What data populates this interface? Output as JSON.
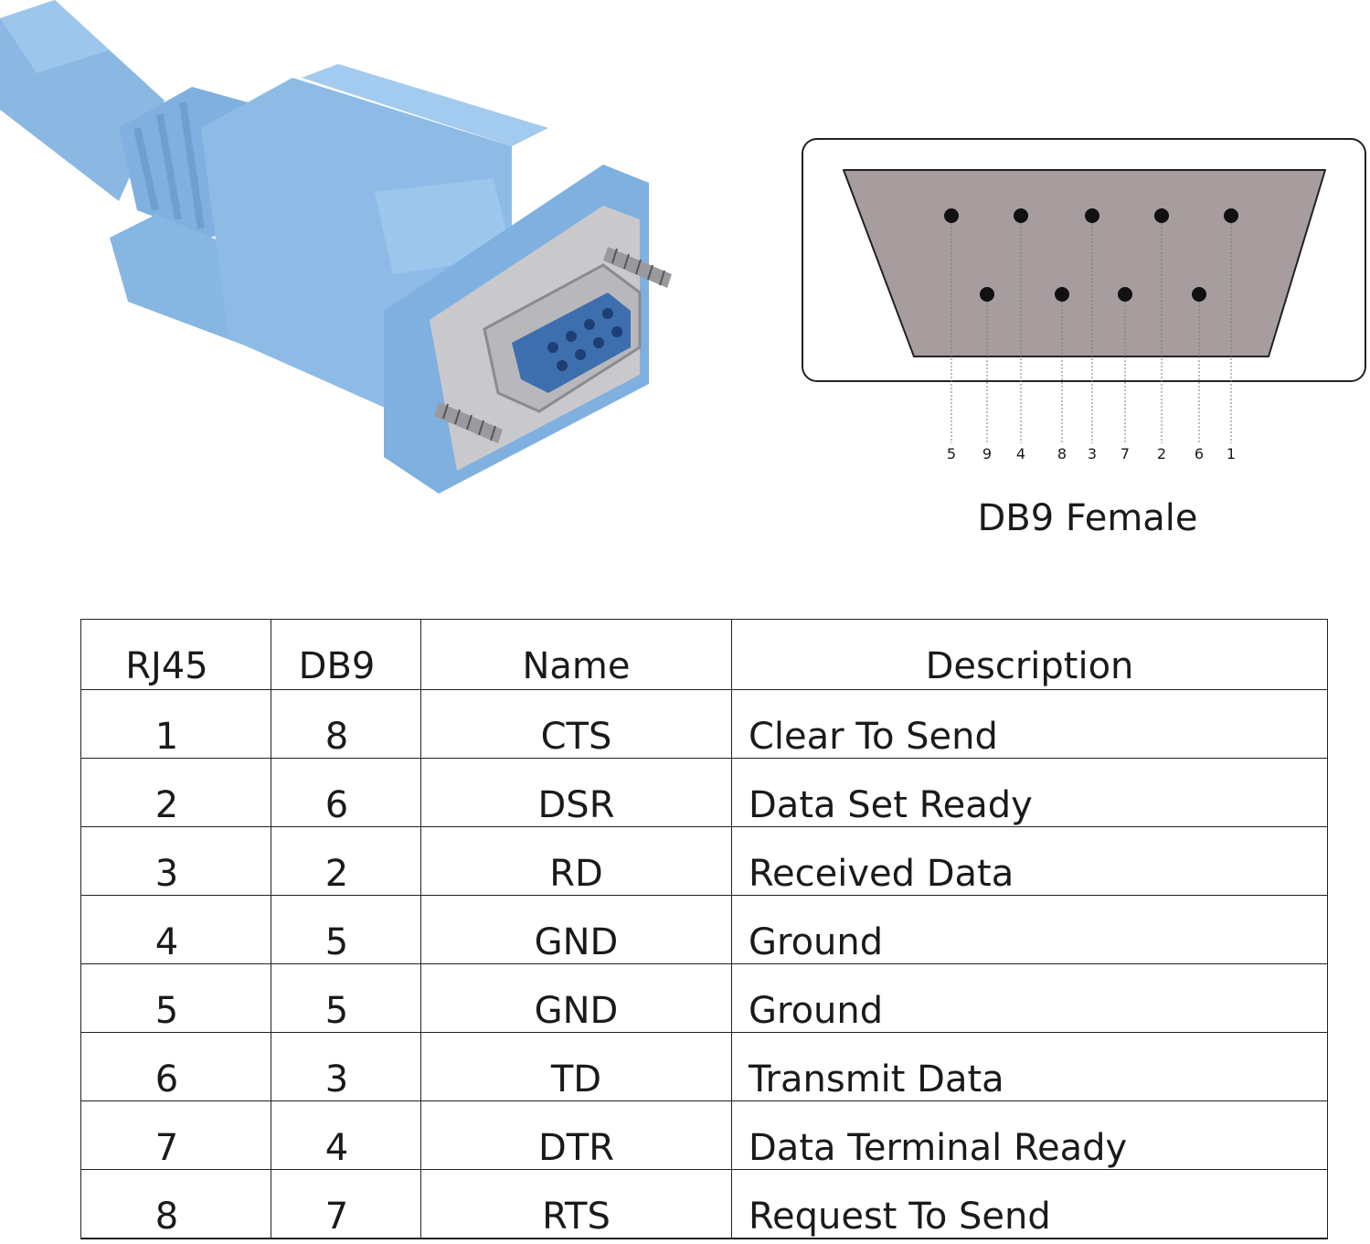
{
  "diagram": {
    "caption": "DB9 Female",
    "pin_labels": [
      "5",
      "9",
      "4",
      "8",
      "3",
      "7",
      "2",
      "6",
      "1"
    ],
    "colors": {
      "cable_blue": "#8ab8e3",
      "connector_face": "#a89d9e",
      "pin_dot": "#111111"
    }
  },
  "table": {
    "headers": [
      "RJ45",
      "DB9",
      "Name",
      "Description"
    ],
    "rows": [
      [
        "1",
        "8",
        "CTS",
        "Clear To Send"
      ],
      [
        "2",
        "6",
        "DSR",
        "Data Set Ready"
      ],
      [
        "3",
        "2",
        "RD",
        "Received Data"
      ],
      [
        "4",
        "5",
        "GND",
        "Ground"
      ],
      [
        "5",
        "5",
        "GND",
        "Ground"
      ],
      [
        "6",
        "3",
        "TD",
        "Transmit Data"
      ],
      [
        "7",
        "4",
        "DTR",
        "Data Terminal Ready"
      ],
      [
        "8",
        "7",
        "RTS",
        "Request To Send"
      ]
    ]
  }
}
